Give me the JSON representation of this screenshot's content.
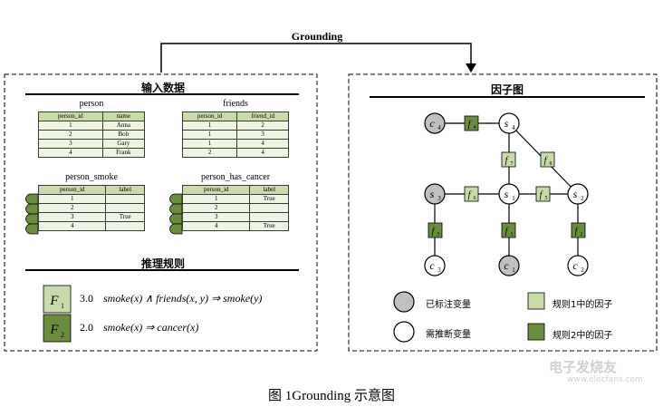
{
  "grounding_label": "Grounding",
  "left": {
    "input_title": "输入数据",
    "tables": {
      "person": {
        "name": "person",
        "headers": [
          "person_id",
          "name"
        ],
        "rows": [
          [
            "1",
            "Anna"
          ],
          [
            "2",
            "Bob"
          ],
          [
            "3",
            "Gary"
          ],
          [
            "4",
            "Frank"
          ]
        ]
      },
      "friends": {
        "name": "friends",
        "headers": [
          "person_id",
          "friend_id"
        ],
        "rows": [
          [
            "1",
            "2"
          ],
          [
            "1",
            "3"
          ],
          [
            "1",
            "4"
          ],
          [
            "2",
            "4"
          ]
        ]
      },
      "smoke": {
        "name": "person_smoke",
        "headers": [
          "person_id",
          "label"
        ],
        "rows": [
          [
            "1",
            ""
          ],
          [
            "2",
            ""
          ],
          [
            "3",
            "True"
          ],
          [
            "4",
            ""
          ]
        ]
      },
      "cancer": {
        "name": "person_has_cancer",
        "headers": [
          "person_id",
          "label"
        ],
        "rows": [
          [
            "1",
            "True"
          ],
          [
            "2",
            ""
          ],
          [
            "3",
            ""
          ],
          [
            "4",
            "True"
          ]
        ]
      }
    },
    "rules_title": "推理规则",
    "rules": [
      {
        "label": "F",
        "sub": "1",
        "weight": "3.0",
        "formula": "smoke(x) ∧ friends(x, y) ⇒ smoke(y)",
        "color": "#c8dba8"
      },
      {
        "label": "F",
        "sub": "2",
        "weight": "2.0",
        "formula": "smoke(x) ⇒ cancer(x)",
        "color": "#6b8c3c"
      }
    ]
  },
  "right": {
    "title": "因子图",
    "legend": {
      "labeled": "已标注变量",
      "inferred": "需推断变量",
      "rule1_factor": "规则1中的因子",
      "rule2_factor": "规则2中的因子"
    }
  },
  "colors": {
    "light_factor": "#c8dba8",
    "dark_factor": "#6b8c3c",
    "labeled_node": "#c0c0c0"
  },
  "caption": "图 1Grounding 示意图",
  "watermark": {
    "line1": "电子发烧友",
    "line2": "www.elecfans.com"
  }
}
